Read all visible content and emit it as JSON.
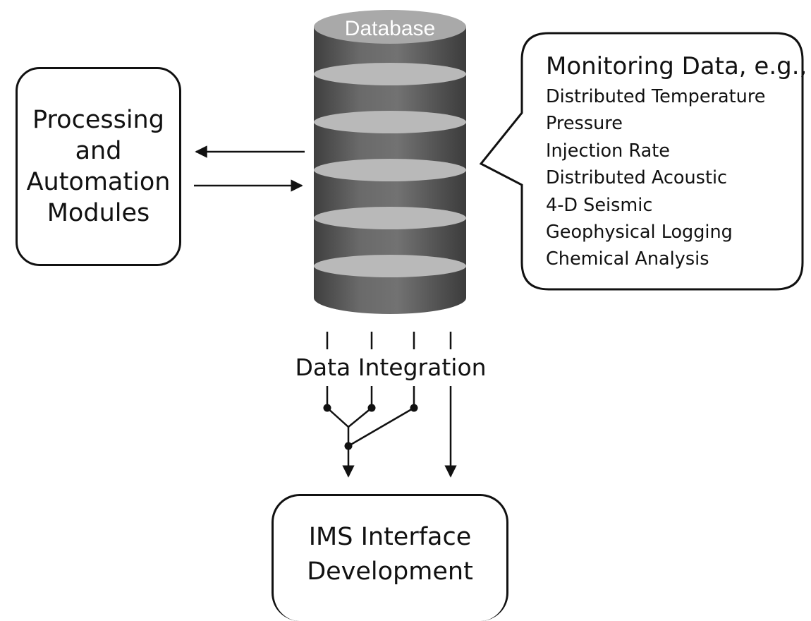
{
  "database": {
    "label": "Database"
  },
  "processing": {
    "lines": [
      "Processing",
      "and",
      "Automation",
      "Modules"
    ]
  },
  "monitoring": {
    "heading": "Monitoring Data, e.g.,",
    "items": [
      "Distributed Temperature",
      "Pressure",
      "Injection Rate",
      "Distributed Acoustic",
      "4-D Seismic",
      "Geophysical Logging",
      "Chemical Analysis"
    ]
  },
  "integration": {
    "label": "Data Integration"
  },
  "ims": {
    "lines": [
      "IMS Interface",
      "Development"
    ]
  },
  "colors": {
    "band_dark": "#5e5e5e",
    "band_light": "#b9b9b9",
    "cap_top": "#a9a9a9",
    "line": "#111111"
  }
}
